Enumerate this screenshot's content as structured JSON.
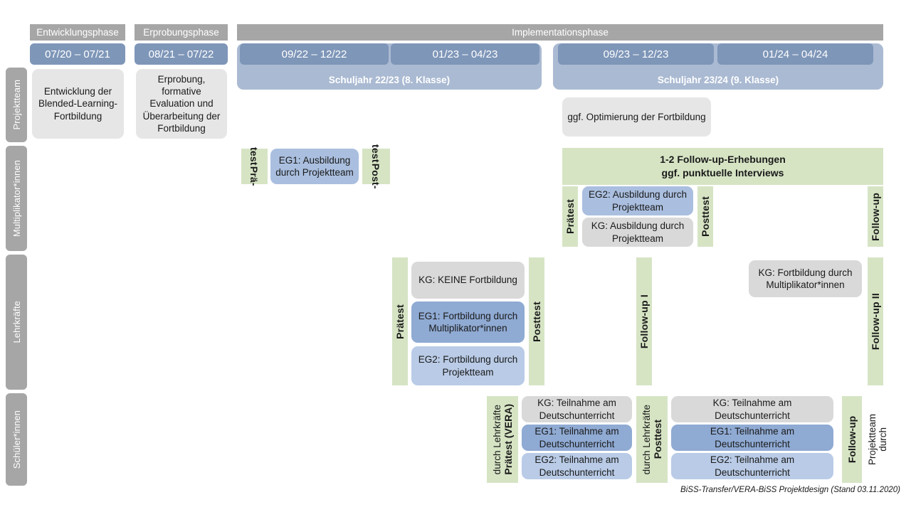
{
  "meta": {
    "footer": "BiSS-Transfer/VERA-BiSS Projektdesign (Stand 03.11.2020)"
  },
  "colors": {
    "lane_label_bg": "#a6a6a6",
    "phase_bar_bg": "#a6a6a6",
    "date_chip_bg": "#7e96b8",
    "school_tag_bg": "#aabad2",
    "green": "#d6e4c4",
    "gray_box": "#e6e6e6",
    "gray_box_dark": "#d9d9d9",
    "blue_mid": "#8faad3",
    "blue_soft": "#aabfdf",
    "blue_light": "#b9cbe6"
  },
  "phases": [
    {
      "label": "Entwicklungsphase"
    },
    {
      "label": "Erprobungsphase"
    },
    {
      "label": "Implementationsphase"
    }
  ],
  "dates": [
    {
      "label": "07/20 – 07/21"
    },
    {
      "label": "08/21 – 07/22"
    },
    {
      "label": "09/22 – 12/22"
    },
    {
      "label": "01/23 – 04/23"
    },
    {
      "label": "09/23 – 12/23"
    },
    {
      "label": "01/24 – 04/24"
    }
  ],
  "school_years": [
    {
      "label": "Schuljahr 22/23 (8. Klasse)"
    },
    {
      "label": "Schuljahr 23/24 (9. Klasse)"
    }
  ],
  "lanes": [
    {
      "label": "Projektteam"
    },
    {
      "label": "Multiplikator*innen"
    },
    {
      "label": "Lehrkräfte"
    },
    {
      "label": "Schüler*innen"
    }
  ],
  "projektteam": {
    "entwicklung": "Entwicklung der Blended-Learning-Fortbildung",
    "erprobung": "Erprobung, formative Evaluation und Überarbeitung der Fortbildung",
    "optimierung": "ggf. Optimierung der Fortbildung"
  },
  "multiplikatoren": {
    "praetest_1": "Prä-\ntest",
    "praetest_1_line1": "Prä-",
    "praetest_1_line2": "test",
    "eg1": "EG1: Ausbildung durch Projektteam",
    "posttest_1_line1": "Post-",
    "posttest_1_line2": "test",
    "followup_banner_line1": "1-2 Follow-up-Erhebungen",
    "followup_banner_line2": "ggf. punktuelle Interviews",
    "praetest_2": "Prätest",
    "eg2": "EG2: Ausbildung durch Projektteam",
    "kg": "KG: Ausbildung durch Projektteam",
    "posttest_2": "Posttest",
    "followup": "Follow-up"
  },
  "lehrkraefte": {
    "praetest": "Prätest",
    "kg_keine": "KG: KEINE Fortbildung",
    "eg1": "EG1: Fortbildung durch Multiplikator*innen",
    "eg2": "EG2: Fortbildung durch Projektteam",
    "posttest": "Posttest",
    "followup_1": "Follow-up I",
    "kg_fortbildung": "KG: Fortbildung durch Multiplikator*innen",
    "followup_2": "Follow-up II"
  },
  "schueler": {
    "praetest_bold": "Prätest (VERA)",
    "praetest_sub": "durch Lehrkräfte",
    "kg_left": "KG: Teilnahme am Deutschunterricht",
    "eg1_left": "EG1: Teilnahme am Deutschunterricht",
    "eg2_left": "EG2: Teilnahme am Deutschunterricht",
    "posttest_bold": "Posttest",
    "posttest_sub": "durch Lehrkräfte",
    "kg_right": "KG: Teilnahme am Deutschunterricht",
    "eg1_right": "EG1: Teilnahme am Deutschunterricht",
    "eg2_right": "EG2: Teilnahme am Deutschunterricht",
    "followup_bold": "Follow-up",
    "followup_sub1": "durch",
    "followup_sub2": "Projektteam"
  }
}
